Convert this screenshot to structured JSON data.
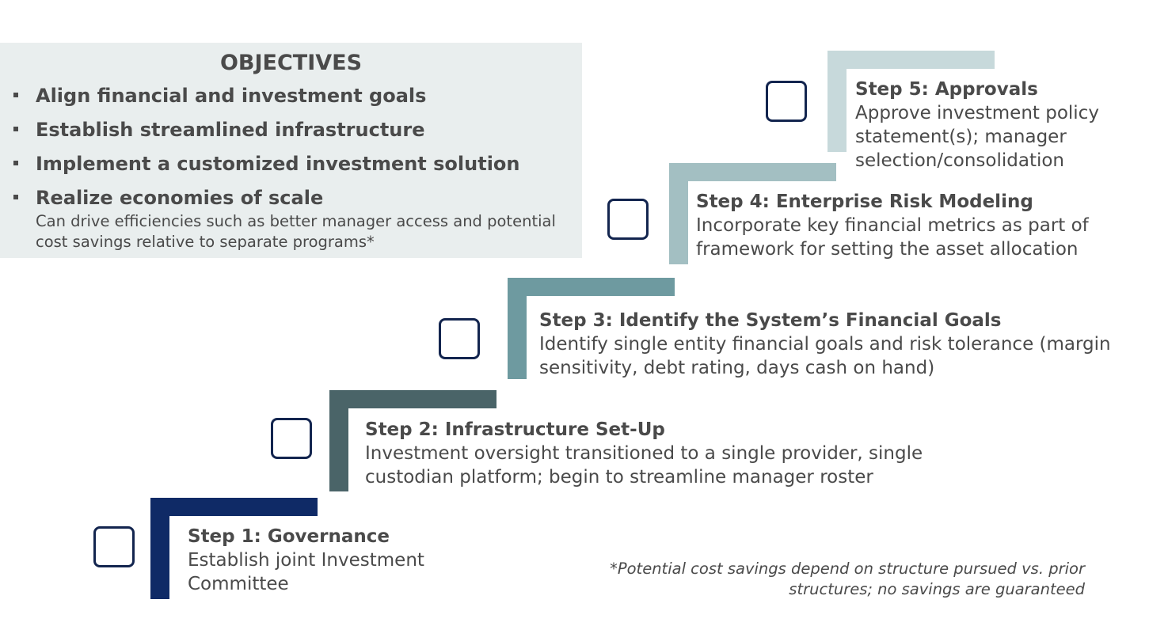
{
  "objectives": {
    "title": "OBJECTIVES",
    "items": [
      "Align financial and investment goals",
      "Establish streamlined infrastructure",
      "Implement a customized investment solution",
      "Realize economies of scale"
    ],
    "sub_note": "Can drive efficiencies such as better manager access and potential cost savings relative to separate programs*"
  },
  "steps": [
    {
      "title": "Step 1: Governance",
      "description": "Establish joint Investment Committee",
      "color": "#0f2a66"
    },
    {
      "title": "Step 2: Infrastructure Set-Up",
      "description": "Investment oversight transitioned to a single provider, single custodian platform; begin to streamline manager roster",
      "color": "#4a6468"
    },
    {
      "title": "Step 3: Identify the System’s Financial Goals",
      "description": "Identify single entity financial goals and risk tolerance (margin sensitivity, debt rating, days cash on hand)",
      "color": "#6e9aa0"
    },
    {
      "title": "Step 4: Enterprise Risk Modeling",
      "description": "Incorporate key financial metrics as part of  framework for setting the asset allocation",
      "color": "#a3bfc2"
    },
    {
      "title": "Step 5: Approvals",
      "description": "Approve investment policy statement(s); manager selection/consolidation",
      "color": "#c7d9db"
    }
  ],
  "footnote": "*Potential cost savings depend on structure pursued vs. prior structures; no savings are guaranteed"
}
